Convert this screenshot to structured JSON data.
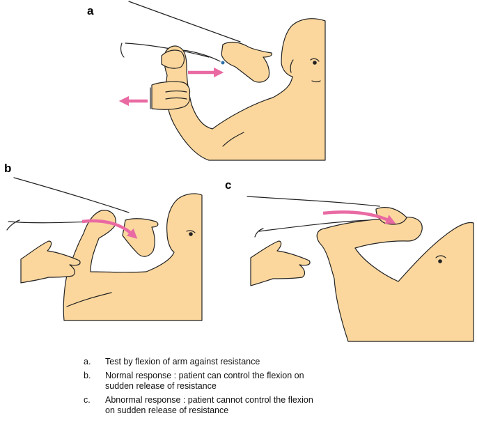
{
  "panels": [
    {
      "label": "a"
    },
    {
      "label": "b"
    },
    {
      "label": "c"
    }
  ],
  "legend": [
    {
      "key": "a.",
      "lines": [
        "Test by flexion of arm against resistance"
      ]
    },
    {
      "key": "b.",
      "lines": [
        "Normal response : patient can control the flexion on",
        "sudden release of resistance"
      ]
    },
    {
      "key": "c.",
      "lines": [
        "Abnormal response : patient cannot control the flexion",
        "on sudden release of resistance"
      ]
    }
  ],
  "colors": {
    "skin": "#fbd79e",
    "arrow": "#e96aa3",
    "outline": "#222222",
    "button": "#2d6fa8"
  }
}
